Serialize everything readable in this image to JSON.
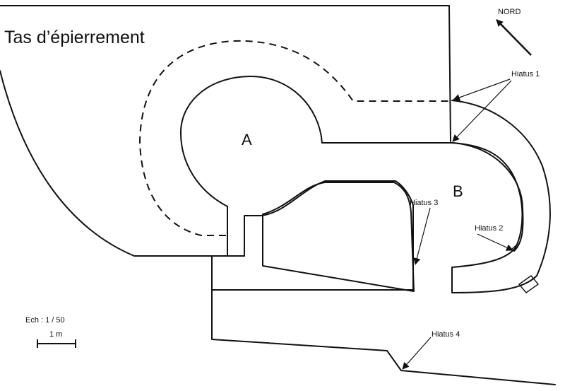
{
  "title": "Tas d’épierrement",
  "north_label": "NORD",
  "structures": {
    "a": "A",
    "b": "B"
  },
  "hiatus": {
    "h1": "Hiatus 1",
    "h2": "Hiatus 2",
    "h3": "Hiatus 3",
    "h4": "Hiatus 4"
  },
  "scale": {
    "ratio": "Ech : 1 / 50",
    "bar_label": "1 m"
  }
}
